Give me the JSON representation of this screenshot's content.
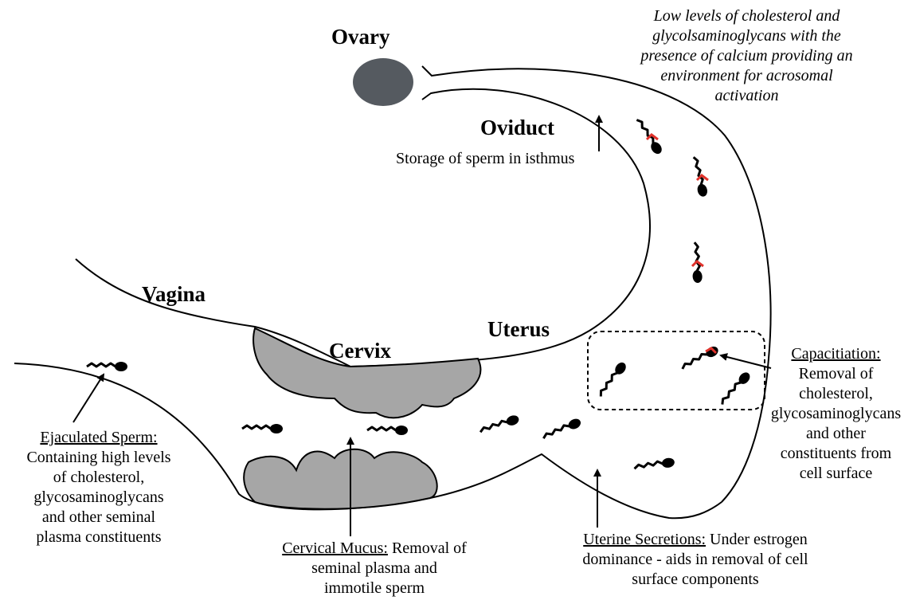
{
  "regions": {
    "ovary": "Ovary",
    "oviduct": "Oviduct",
    "vagina": "Vagina",
    "uterus": "Uterus",
    "cervix": "Cervix"
  },
  "annotations": {
    "oviduct_storage": "Storage of sperm in isthmus",
    "acrosomal": [
      "Low levels of cholesterol and",
      "glycolsaminoglycans with the",
      "presence of calcium providing an",
      "environment for acrosomal",
      "activation"
    ],
    "capacitation": {
      "title": "Capacitiation:",
      "lines": [
        "Removal of",
        "cholesterol,",
        "glycosaminoglycans",
        "and other",
        "constituents from",
        "cell surface"
      ]
    },
    "ejaculated": {
      "title": "Ejaculated Sperm:",
      "lines": [
        "Containing high levels",
        "of cholesterol,",
        "glycosaminoglycans",
        "and other seminal",
        "plasma constituents"
      ]
    },
    "cervical_mucus": {
      "title": "Cervical Mucus:",
      "rest": " Removal of",
      "lines": [
        "seminal plasma and",
        "immotile sperm"
      ]
    },
    "uterine": {
      "title": "Uterine Secretions:",
      "rest": " Under estrogen",
      "lines": [
        "dominance - aids in removal of cell",
        "surface components"
      ]
    }
  },
  "colors": {
    "ovary_fill": "#555a60",
    "mucus_fill": "#a6a6a6",
    "acrosome_red": "#e0322b",
    "outline": "#000000"
  }
}
